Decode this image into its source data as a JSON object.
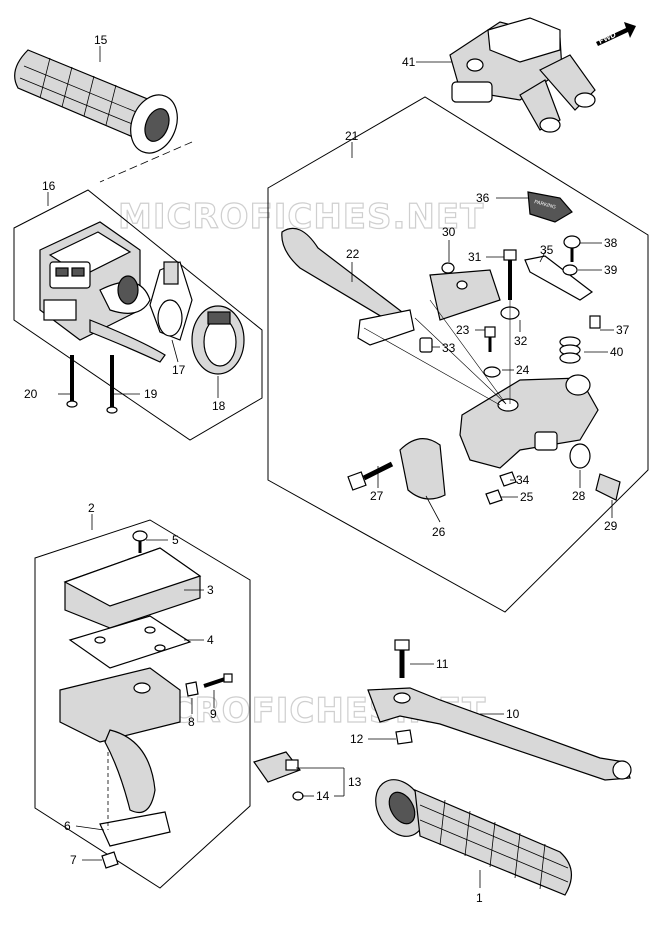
{
  "fwd_label": "FWD",
  "watermark": "MICROFICHES.NET",
  "parking_label": "PARKING",
  "callouts": {
    "c1": "1",
    "c2": "2",
    "c3": "3",
    "c4": "4",
    "c5": "5",
    "c6": "6",
    "c7": "7",
    "c8": "8",
    "c9": "9",
    "c10": "10",
    "c11": "11",
    "c12": "12",
    "c13": "13",
    "c14": "14",
    "c15": "15",
    "c16": "16",
    "c17": "17",
    "c18": "18",
    "c19": "19",
    "c20": "20",
    "c21": "21",
    "c22": "22",
    "c23": "23",
    "c24": "24",
    "c25": "25",
    "c26": "26",
    "c27": "27",
    "c28": "28",
    "c29": "29",
    "c30": "30",
    "c31": "31",
    "c32": "32",
    "c33": "33",
    "c34": "34",
    "c35": "35",
    "c36": "36",
    "c37": "37",
    "c38": "38",
    "c39": "39",
    "c40": "40",
    "c41": "41"
  }
}
